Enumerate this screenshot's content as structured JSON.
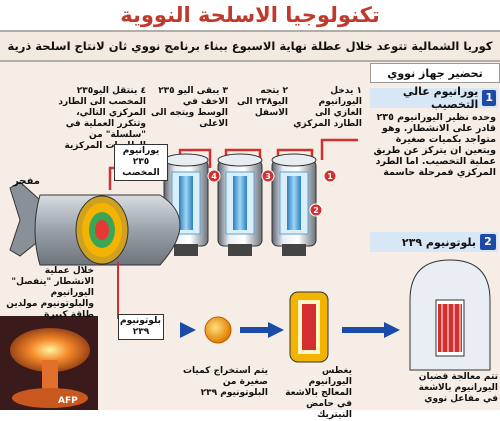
{
  "title": "تكنولوجيا الاسلحة النووية",
  "subtitle": "كوريا الشمالية تتوعد خلال عطلة نهاية الاسبوع ببناء برنامج نووي ثان لانتاج اسلحة ذرية",
  "section_header": "تحضير جهاز نووي",
  "step1": {
    "number": "1",
    "heading": "يورانيوم عالي التخصيب",
    "body": "وحده نظير اليورانيوم ٢٣٥ قادر على الانشطار. وهو متواجد بكميات صغيرة ويتعين ان يتركز عن طريق عملية التخصيب. اما الطرد المركزي فمرحلة حاسمة"
  },
  "step2": {
    "number": "2",
    "heading": "بلوتونيوم ٢٣٩"
  },
  "centrifuge_steps": [
    {
      "text": "١ يدخل اليورانيوم الغازي الى الطارد المركزي"
    },
    {
      "text": "٢ يتجه اليو٢٣٨ الى الاسفل"
    },
    {
      "text": "٣ يبقى اليو ٢٣٥ الاخف في الوسط ويتجه الى الاعلى"
    },
    {
      "text": "٤ ينتقل اليو٢٣٥ المخصب الى الطارد المركزي التالي، وتتكرر العملية في \"سلسلة\" من الطاردات المركزية"
    }
  ],
  "enriched_label": "يورانيوم ٢٣٥ المخصب",
  "plutonium_label": "بلوتونيوم ٢٣٩",
  "detonator_label": "مفجر",
  "fission_text": "خلال عملية الانشطار \"ينفصل\" اليورانيوم والبلوتونيوم مولدين طاقة كبيرة",
  "process_steps": [
    {
      "text": "تتم معالجة قضبان اليورانيوم بالاشعة في مفاعل نووي"
    },
    {
      "text": "يغطس اليورانيوم المعالج بالاشعة في حامض النيتريك"
    },
    {
      "text": "يتم استخراج كميات صغيرة من البلوتونيوم ٢٣٩"
    }
  ],
  "source_credit": "AFP",
  "colors": {
    "title_red": "#c0392b",
    "accent_blue": "#1c4aa8",
    "pipe_red": "#d32f2f",
    "cylinder_blue": "#4aa3d8",
    "bomb_gray": "#b8bcc2",
    "core_yellow": "#f2b400",
    "core_green": "#3aa655"
  }
}
